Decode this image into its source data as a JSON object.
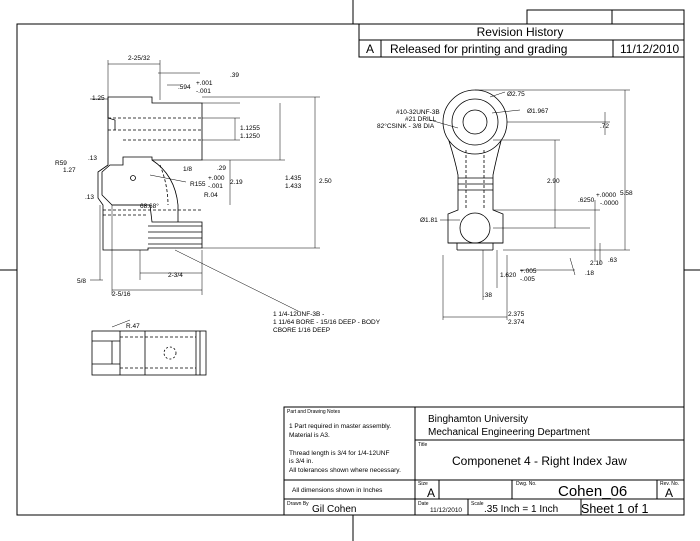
{
  "revision": {
    "header": "Revision History",
    "letter": "A",
    "description": "Released for printing and grading",
    "date": "11/12/2010"
  },
  "notes": {
    "label": "Part and Drawing Notes",
    "lines": [
      "1 Part required in master assembly.",
      "Material is A3.",
      "Thread length is 3/4 for 1/4-12UNF",
      "is 3/4 in.",
      "All tolerances shown where necessary."
    ],
    "all_dims": "All dimensions shown in Inches"
  },
  "title_block": {
    "org_line1": "Binghamton University",
    "org_line2": "Mechanical Engineering Department",
    "title_label": "Title",
    "title": "Componenet 4 - Right Index Jaw",
    "size_label": "Size",
    "size": "A",
    "dwg_label": "Dwg. No.",
    "dwg_no": "Cohen_06",
    "rev_label": "Rev. No.",
    "rev": "A",
    "drawn_label": "Drawn By",
    "drawn_by": "Gil Cohen",
    "date_label": "Date",
    "date": "11/12/2010",
    "scale_label": "Scale",
    "scale": ".35 Inch = 1 Inch",
    "sheet": "Sheet 1 of 1"
  },
  "side_view_dims": {
    "d_2_25_32": "2-25/32",
    "d_39": ".39",
    "d_594": ".594",
    "tol_plus_001": "+.001",
    "tol_minus_001": "-.001",
    "d_125": "1.25",
    "d_1255": "1.1255",
    "d_1250": "1.1250",
    "d_1435": "1.435",
    "d_1433": "1.433",
    "d_250": "2.50",
    "r59": "R59",
    "d_127": "1.27",
    "d_13a": ".13",
    "d_18": "1/8",
    "d_29": ".29",
    "r155": "R155",
    "tol_plus_000": "+.000",
    "tol_minus_001b": "-.001",
    "d_219": "2.19",
    "r04": "R.04",
    "d_13b": ".13",
    "d_68": "68.68°",
    "d_58": "5/8",
    "d_2_34": "2-3/4",
    "d_2_516": "2-5/16",
    "callout_1": "1 1/4-12UNF-3B -",
    "callout_2": "1 11/64 BORE - 15/16 DEEP - BODY",
    "callout_3": "CBORE 1/16 DEEP",
    "r47": "R.47"
  },
  "front_view_dims": {
    "hole_1": "#10-32UNF-3B",
    "hole_2": "#21 DRILL",
    "hole_3": "82°CSINK - 3/8 DIA",
    "dia_275": "Ø2.75",
    "dia_1967": "Ø1.967",
    "d_72": ".72",
    "d_290": "2.90",
    "d_6250": ".6250",
    "tol_plus_0000": "+.0000",
    "tol_minus_0000": "-.0000",
    "d_558": "5.58",
    "dia_181": "Ø1.81",
    "d_210": "2.10",
    "d_63": ".63",
    "d_18": ".18",
    "d_1620": "1.620",
    "tol_plus_005": "+.005",
    "tol_minus_005": "-.005",
    "d_38": ".38",
    "d_2375": "2.375",
    "d_2374": "2.374"
  }
}
